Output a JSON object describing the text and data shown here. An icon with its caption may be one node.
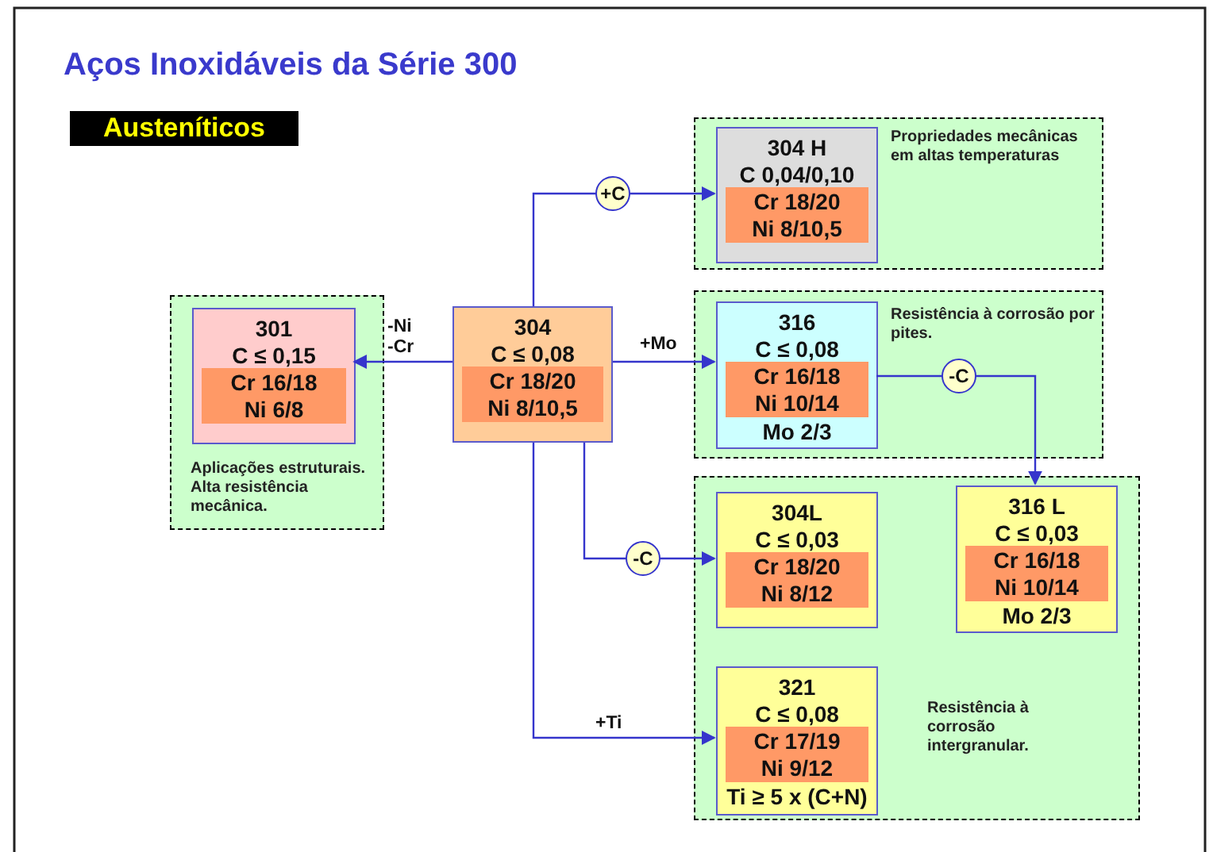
{
  "diagram": {
    "title": "Aços Inoxidáveis da Série 300",
    "nodes": [
      {
        "text": [
          "Aplicações estruturais. Alta resistência mecânica."
        ]
      },
      {
        "text": [
          "301",
          "C ≤ 0,15",
          "Cr 16/18",
          "Ni 6/8"
        ],
        "in": 0
      },
      {
        "text": [
          "304",
          "C ≤  0,08",
          "Cr 18/20",
          "Ni 8/10,5"
        ]
      },
      {
        "text": [
          "Propriedades mecânicas em altas temperaturas"
        ]
      },
      {
        "text": [
          "304 H",
          "C 0,04/0,10",
          "Cr 18/20",
          "Ni 8/10,5"
        ],
        "in": 3
      },
      {
        "text": [
          "Resistência à corrosão por pites."
        ]
      },
      {
        "text": [
          "316",
          "C ≤  0,08",
          "Cr 16/18",
          "Ni 10/14",
          "Mo 2/3"
        ],
        "in": 5
      },
      {
        "text": [
          "Resistência à corrosão intergranular."
        ]
      },
      {
        "text": [
          "304L",
          "C ≤  0,03",
          "Cr 18/20",
          "Ni 8/12"
        ],
        "in": 7
      },
      {
        "text": [
          "316 L",
          "C ≤  0,03",
          "Cr 16/18",
          "Ni 10/14",
          "Mo 2/3"
        ],
        "in": 7
      },
      {
        "text": [
          "321",
          "C ≤  0,08",
          "Cr 17/19",
          "Ni 9/12",
          "Ti  ≥ 5 x (C+N)"
        ],
        "in": 7
      }
    ],
    "edges": [
      {
        "from": 2,
        "to": 1,
        "arrow": "to",
        "label": "-Ni -Cr"
      },
      {
        "from": 2,
        "to": 4,
        "arrow": "to",
        "label": "+C"
      },
      {
        "from": 2,
        "to": 6,
        "arrow": "to",
        "label": "+Mo"
      },
      {
        "from": 6,
        "to": 9,
        "arrow": "to",
        "label": "-C"
      },
      {
        "from": 2,
        "to": 8,
        "arrow": "to",
        "label": "-C"
      },
      {
        "from": 2,
        "to": 10,
        "arrow": "to",
        "label": "+Ti"
      }
    ],
    "labels": [
      "Austeníticos"
    ]
  }
}
